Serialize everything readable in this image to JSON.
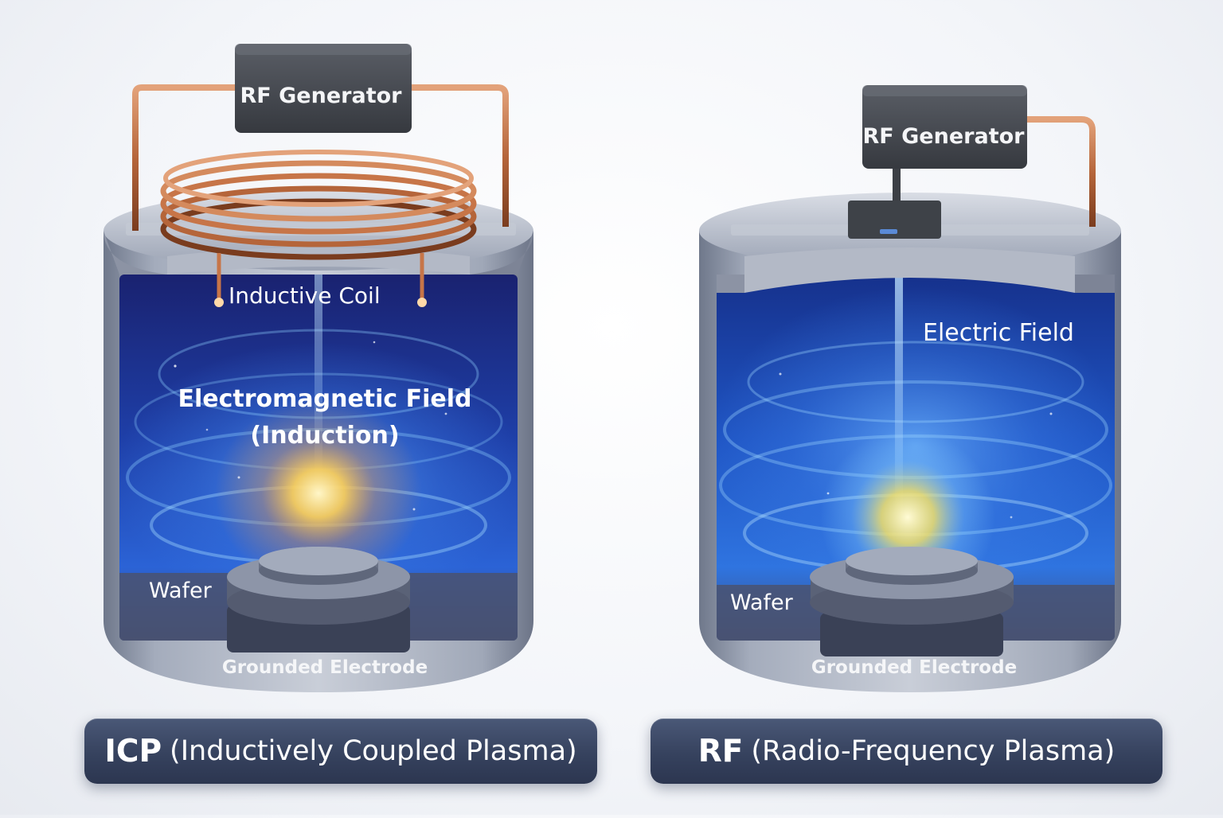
{
  "icp": {
    "generator_label": "RF Generator",
    "coil_label": "Inductive Coil",
    "field_label_line1": "Electromagnetic Field",
    "field_label_line2": "(Induction)",
    "wafer_label": "Wafer",
    "electrode_label": "Grounded Electrode",
    "caption_abbr": "ICP",
    "caption_full": "(Inductively Coupled Plasma)"
  },
  "rf": {
    "generator_label": "RF Generator",
    "field_label": "Electric Field",
    "wafer_label": "Wafer",
    "electrode_label": "Grounded Electrode",
    "caption_abbr": "RF",
    "caption_full": "(Radio-Frequency Plasma)"
  },
  "colors": {
    "plasma_blue": "#2f6fe0",
    "plasma_core": "#ffd86a",
    "copper": "#b5653a",
    "chamber_steel": "#8a93a6",
    "caption_bg": "#36425e"
  },
  "icons": {
    "generator": "rf-generator-box",
    "coil": "copper-coil",
    "chamber": "cylindrical-chamber",
    "wafer": "wafer-disc"
  }
}
